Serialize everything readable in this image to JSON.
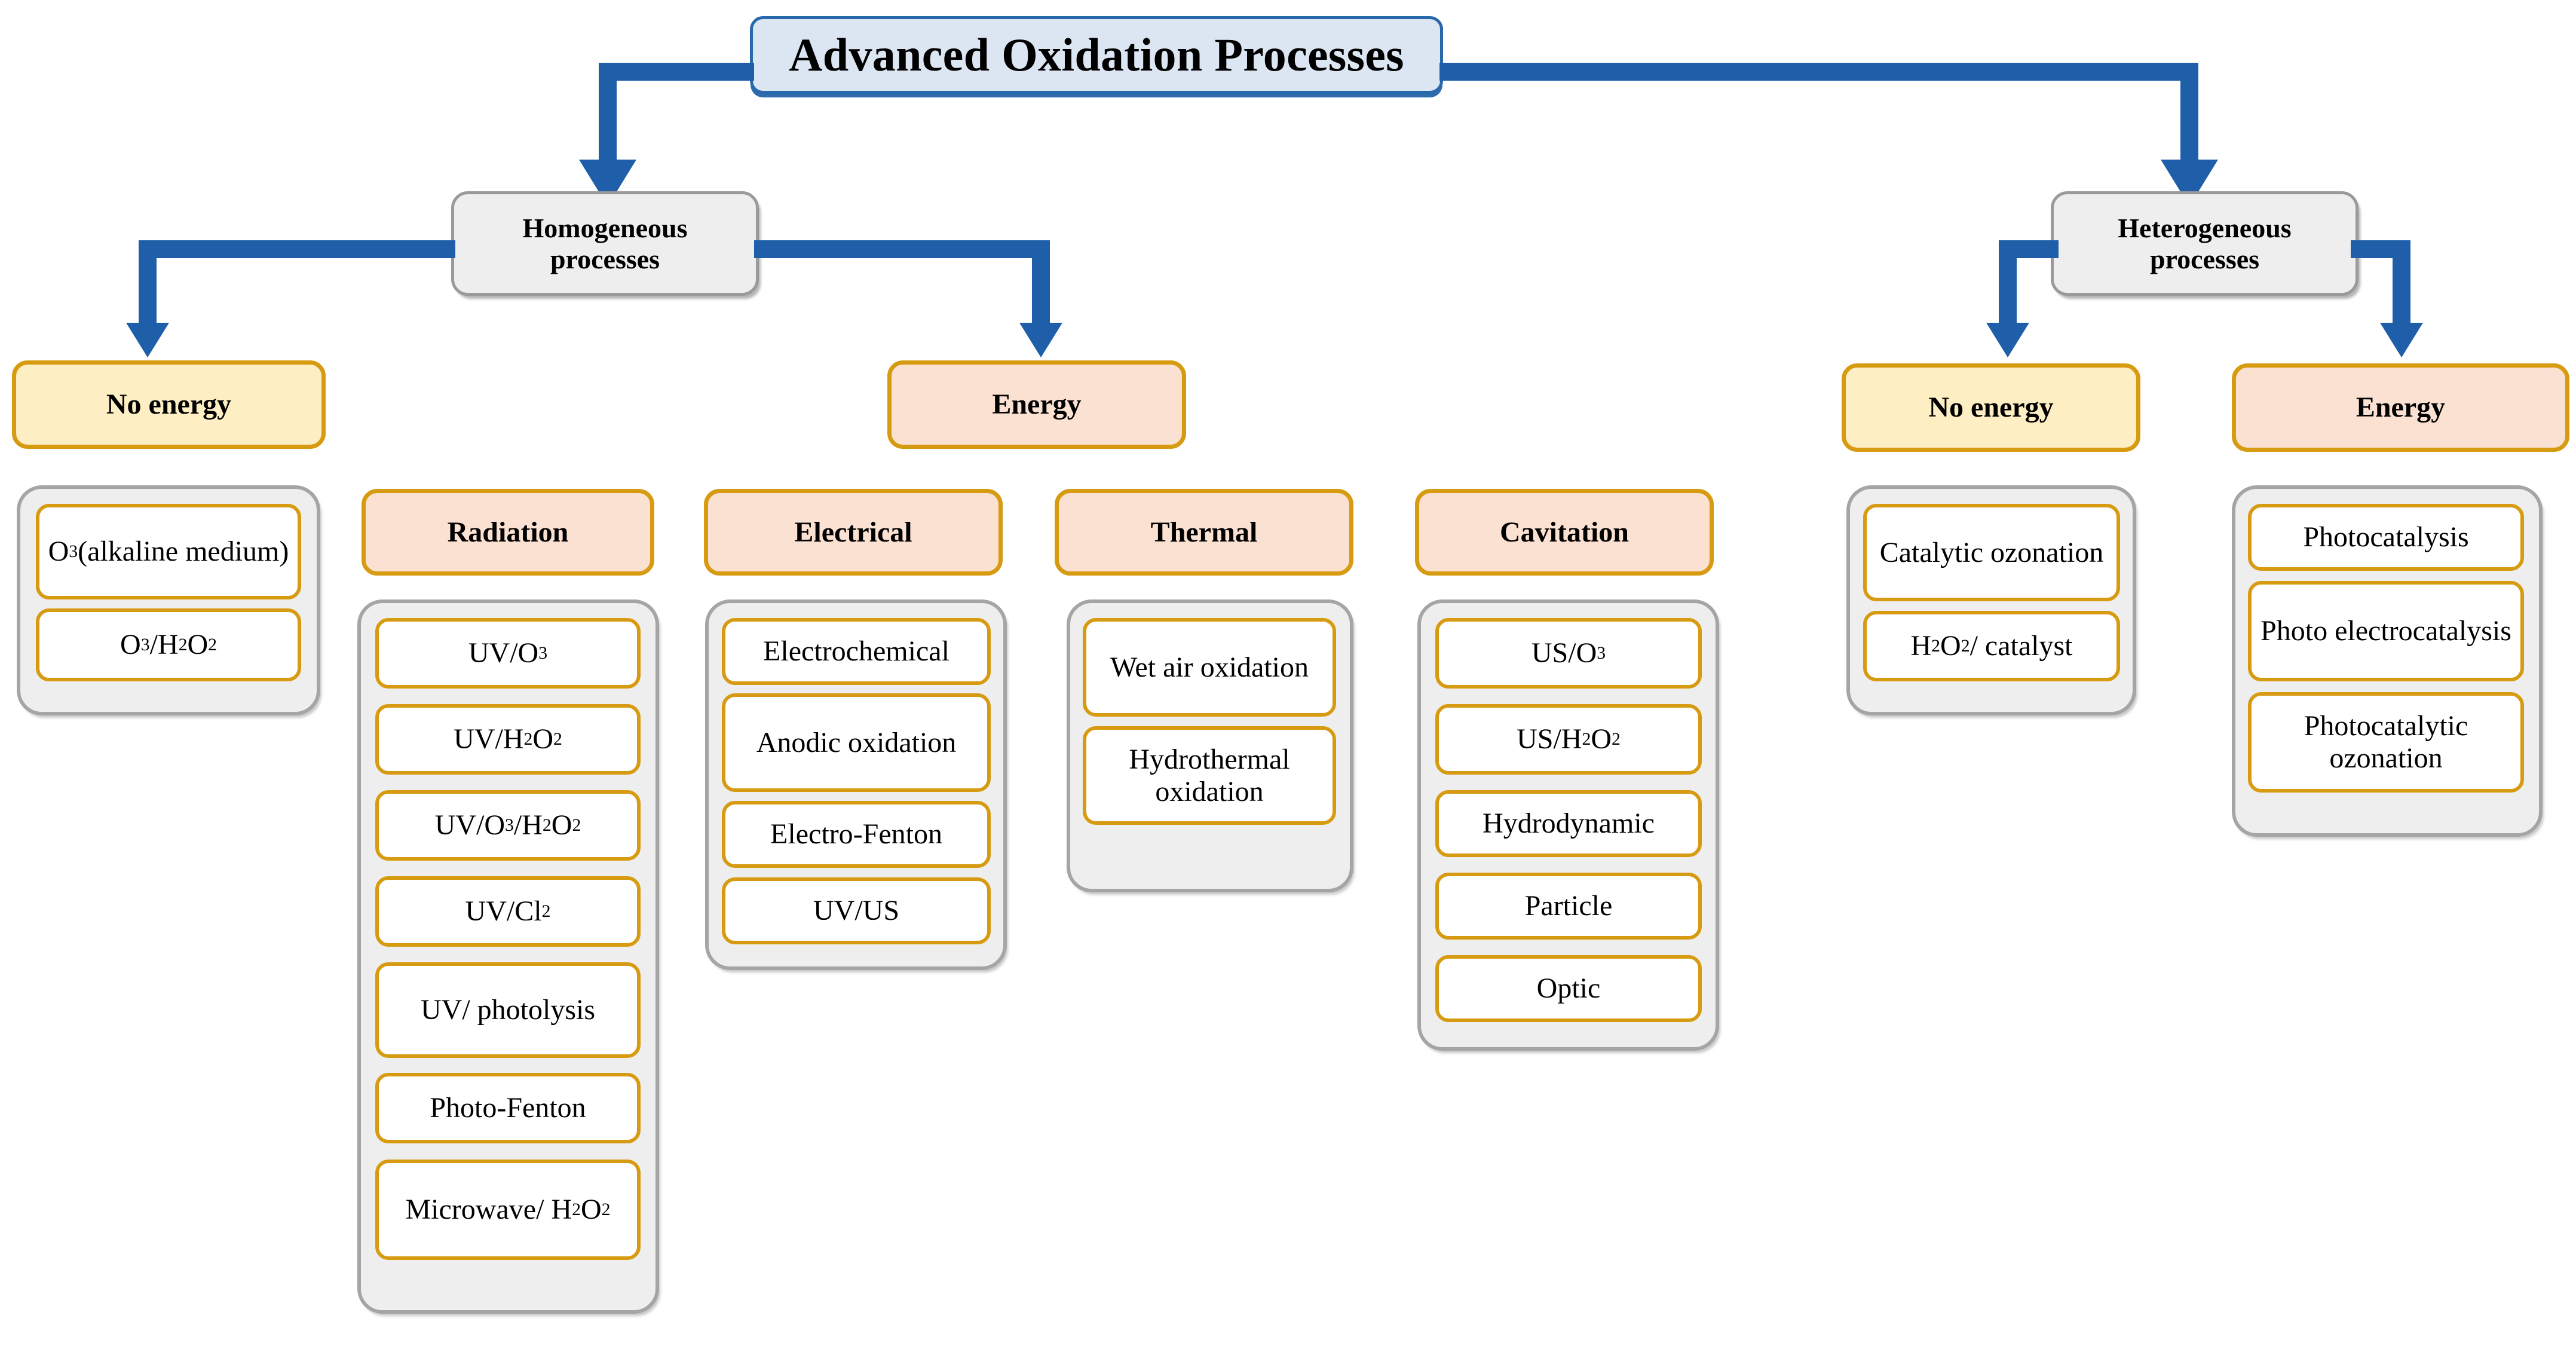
{
  "diagram": {
    "title": "Advanced Oxidation Processes",
    "colors": {
      "root_fill": "#dce6f2",
      "root_border": "#2a68ac",
      "connector": "#1f5fa9",
      "grey_fill": "#eeeeee",
      "grey_border": "#9a9a9a",
      "yellow_fill": "#fdeec3",
      "peach_fill": "#fbe1d2",
      "gold_border": "#d79b12",
      "chip_fill": "#ffffff"
    },
    "branches": {
      "homogeneous": "Homogeneous processes",
      "heterogeneous": "Heterogeneous processes"
    },
    "homogeneous": {
      "no_energy": {
        "header": "No energy",
        "items": [
          "O<sub>3</sub> (alkaline medium)",
          "O<sub>3</sub>/H<sub>2</sub>O<sub>2</sub>"
        ]
      },
      "energy": {
        "header": "Energy",
        "groups": [
          {
            "header": "Radiation",
            "items": [
              "UV/O<sub>3</sub>",
              "UV/H<sub>2</sub>O<sub>2</sub>",
              "UV/O<sub>3</sub>/H<sub>2</sub>O<sub>2</sub>",
              "UV/Cl<sub>2</sub>",
              "UV/ photolysis",
              "Photo-Fenton",
              "Microwave/ H<sub>2</sub>O<sub>2</sub>"
            ]
          },
          {
            "header": "Electrical",
            "items": [
              "Electrochemical",
              "Anodic oxidation",
              "Electro-Fenton",
              "UV/US"
            ]
          },
          {
            "header": "Thermal",
            "items": [
              "Wet air oxidation",
              "Hydrothermal oxidation"
            ]
          },
          {
            "header": "Cavitation",
            "items": [
              "US/O<sub>3</sub>",
              "US/H<sub>2</sub>O<sub>2</sub>",
              "Hydrodynamic",
              "Particle",
              "Optic"
            ]
          }
        ]
      }
    },
    "heterogeneous": {
      "no_energy": {
        "header": "No energy",
        "items": [
          "Catalytic ozonation",
          "H<sub>2</sub>O<sub>2</sub> / catalyst"
        ]
      },
      "energy": {
        "header": "Energy",
        "items": [
          "Photocatalysis",
          "Photo electrocatalysis",
          "Photocatalytic ozonation"
        ]
      }
    }
  }
}
